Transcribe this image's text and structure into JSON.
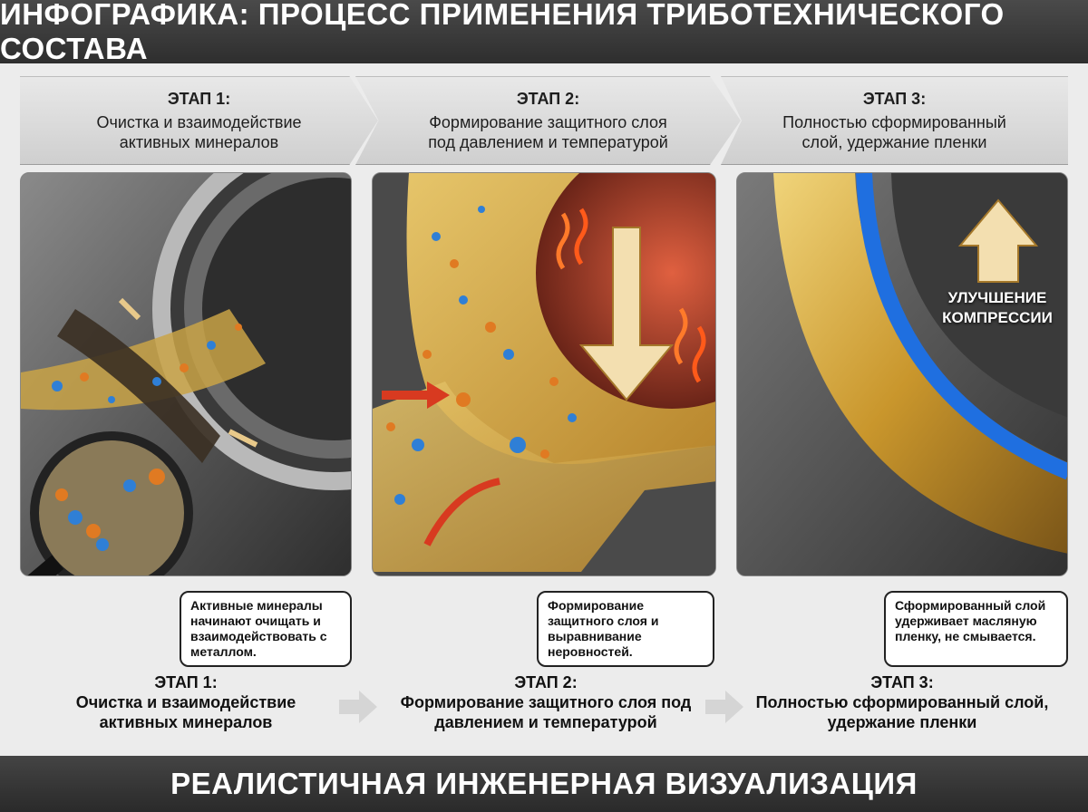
{
  "header": {
    "title": "ИНФОГРАФИКА: ПРОЦЕСС ПРИМЕНЕНИЯ ТРИБОТЕХНИЧЕСКОГО СОСТАВА"
  },
  "stages_top": [
    {
      "step": "ЭТАП 1:",
      "desc": "Очистка и взаимодействие активных минералов"
    },
    {
      "step": "ЭТАП 2:",
      "desc": "Формирование защитного слоя под давлением и температурой"
    },
    {
      "step": "ЭТАП 3:",
      "desc": "Полностью сформированный слой, удержание пленки"
    }
  ],
  "callouts": [
    "Активные минералы начинают очищать и взаимодействовать с металлом.",
    "Формирование защитного слоя и выравнивание неровностей.",
    "Сформированный слой удерживает масляную пленку, не смывается."
  ],
  "panel3_label": "УЛУЧШЕНИЕ КОМПРЕССИИ",
  "stages_bottom": [
    {
      "step": "ЭТАП 1:",
      "desc": "Очистка и взаимодействие активных минералов"
    },
    {
      "step": "ЭТАП 2:",
      "desc": "Формирование защитного слоя под давлением и температурой"
    },
    {
      "step": "ЭТАП 3:",
      "desc": "Полностью сформированный слой, удержание пленки"
    }
  ],
  "footer": {
    "title": "РЕАЛИСТИЧНАЯ ИНЖЕНЕРНАЯ ВИЗУАЛИЗАЦИЯ"
  },
  "colors": {
    "gold": "#d4a437",
    "mineral_blue": "#2f7fd6",
    "mineral_orange": "#e07a22",
    "seal_blue": "#1f6fe0",
    "heat_red": "#d83a20"
  }
}
